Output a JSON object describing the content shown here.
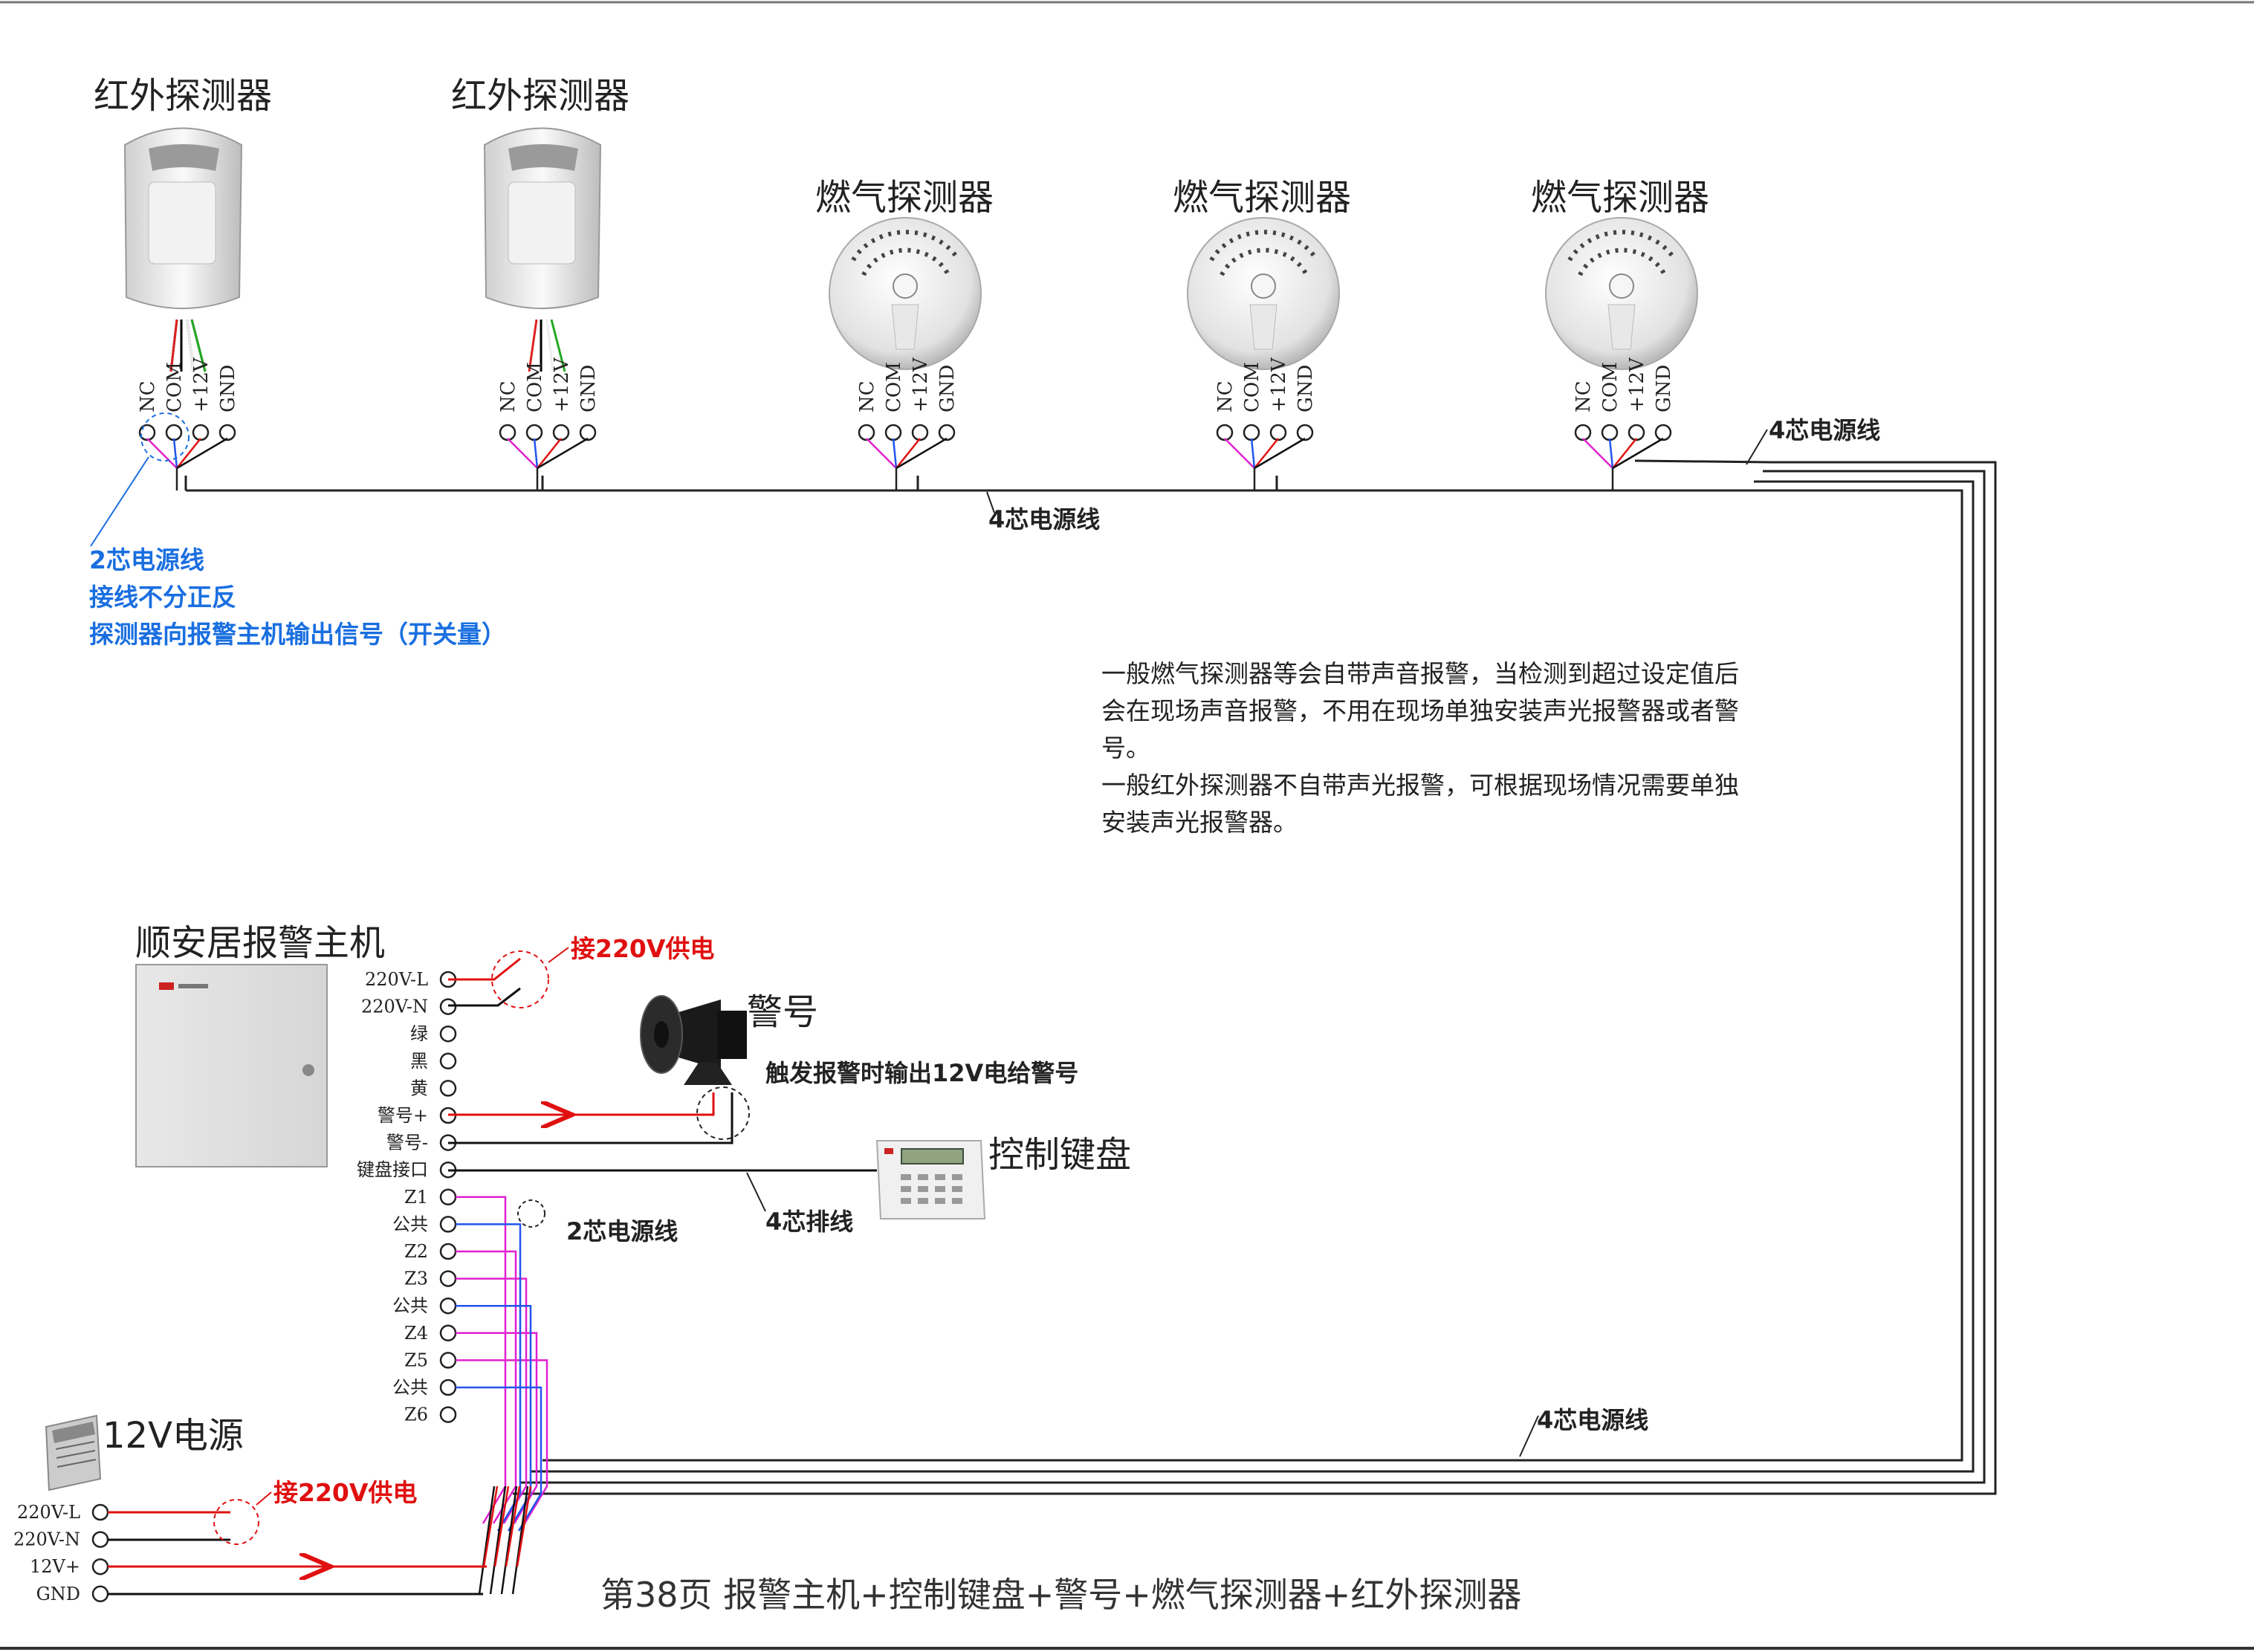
{
  "devices": {
    "pir1_title": "红外探测器",
    "pir2_title": "红外探测器",
    "gas1_title": "燃气探测器",
    "gas2_title": "燃气探测器",
    "gas3_title": "燃气探测器",
    "detector_pins": [
      "NC",
      "COM",
      "+12V",
      "GND"
    ]
  },
  "labels": {
    "power_4core_top_right": "4芯电源线",
    "power_4core_mid": "4芯电源线",
    "power_4core_bottom": "4芯电源线",
    "blue_note_1": "2芯电源线",
    "blue_note_2": "接线不分正反",
    "blue_note_3": "探测器向报警主机输出信号（开关量）",
    "info_1": "一般燃气探测器等会自带声音报警，当检测到超过设定值后",
    "info_2": "会在现场声音报警，不用在现场单独安装声光报警器或者警",
    "info_3": "号。",
    "info_4": "一般红外探测器不自带声光报警，可根据现场情况需要单独",
    "info_5": "安装声光报警器。"
  },
  "host": {
    "title": "顺安居报警主机",
    "terminals": [
      "220V-L",
      "220V-N",
      "绿",
      "黑",
      "黄",
      "警号+",
      "警号-",
      "键盘接口",
      "Z1",
      "公共",
      "Z2",
      "Z3",
      "公共",
      "Z4",
      "Z5",
      "公共",
      "Z6"
    ],
    "power_note": "接220V供电",
    "zone_wire_label": "2芯电源线"
  },
  "siren": {
    "title": "警号",
    "note": "触发报警时输出12V电给警号"
  },
  "keypad": {
    "title": "控制键盘",
    "cable_label": "4芯排线"
  },
  "psu": {
    "title": "12V电源",
    "terminals": [
      "220V-L",
      "220V-N",
      "12V+",
      "GND"
    ],
    "power_note": "接220V供电"
  },
  "footer": {
    "caption": "第38页  报警主机+控制键盘+警号+燃气探测器+红外探测器"
  },
  "colors": {
    "wire_red": "#e01010",
    "wire_black": "#111111",
    "wire_blue": "#2255ee",
    "wire_magenta": "#e020d0",
    "note_blue": "#1a6fe0"
  }
}
